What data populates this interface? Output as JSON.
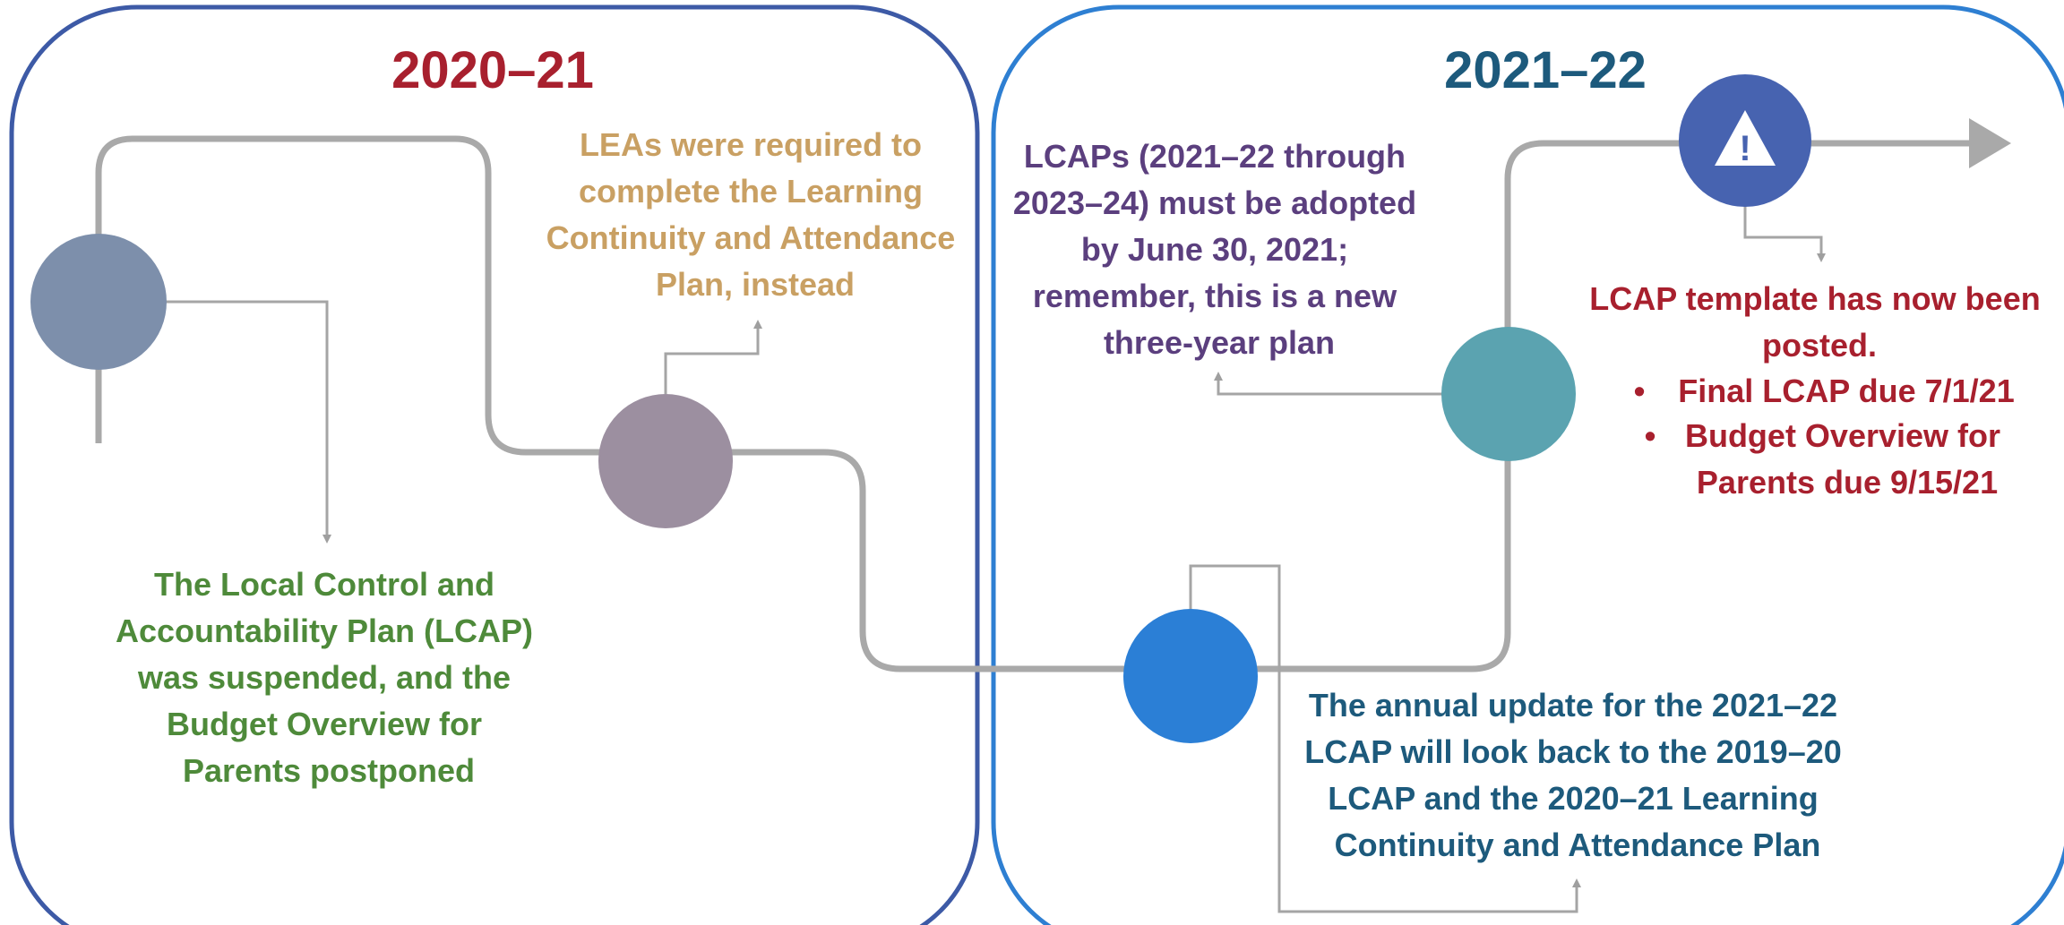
{
  "periods": [
    {
      "year": "2020–21",
      "color": "#a8202e"
    },
    {
      "year": "2021–22",
      "color": "#1d5a7c"
    }
  ],
  "notes": {
    "lcap_suspended": {
      "color": "#4e8a3a",
      "lines": [
        "The Local Control and",
        "Accountability Plan (LCAP)",
        "was suspended, and the",
        "Budget Overview for",
        "Parents postponed"
      ]
    },
    "learning_continuity": {
      "color": "#c9a063",
      "lines": [
        "LEAs were required to",
        "complete the Learning",
        "Continuity and Attendance",
        "Plan, instead"
      ]
    },
    "lcap_adoption": {
      "color": "#5b3f7e",
      "lines": [
        "LCAPs (2021–22 through",
        "2023–24) must be adopted",
        "by June 30, 2021;",
        "remember, this is a new",
        "three-year plan"
      ]
    },
    "template_posted": {
      "color": "#a8202e",
      "title_lines": [
        "LCAP template has now been",
        "posted."
      ],
      "bullets": [
        {
          "marker": "•",
          "lines": [
            "Final LCAP due 7/1/21"
          ]
        },
        {
          "marker": "•",
          "lines": [
            "Budget Overview for",
            "Parents due 9/15/21"
          ]
        }
      ]
    },
    "annual_update": {
      "color": "#1d5a7c",
      "lines": [
        "The annual update for the 2021–22",
        "LCAP will look back to the 2019–20",
        "LCAP and the 2020–21 Learning",
        "Continuity and Attendance Plan"
      ]
    }
  },
  "milestones": [
    {
      "id": "milestone-1",
      "color": "#7d8fab"
    },
    {
      "id": "milestone-2",
      "color": "#9c8fa0"
    },
    {
      "id": "milestone-3",
      "color": "#2b7fd6"
    },
    {
      "id": "milestone-4",
      "color": "#5ba3b0"
    },
    {
      "id": "milestone-5",
      "color": "#4763b0",
      "icon": "warning-icon",
      "icon_glyph": "!"
    }
  ],
  "colors": {
    "panel_2020_border": "#3d5aa6",
    "panel_2021_border": "#2e7fd2",
    "path": "#a9a9a9",
    "connector": "#a5a5a5"
  }
}
